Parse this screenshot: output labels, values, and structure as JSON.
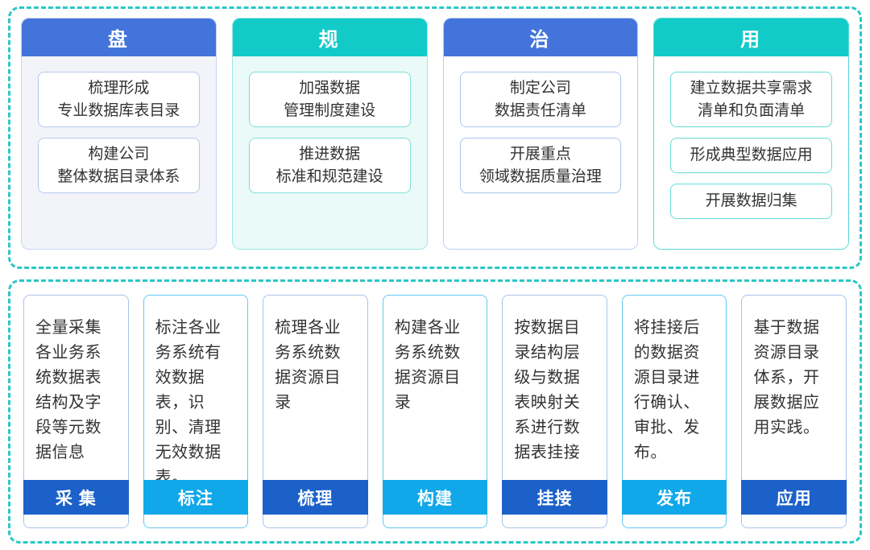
{
  "colors": {
    "panel_dashed_border": "#2AC7C6",
    "blue_header": "#4374DB",
    "teal_header": "#12CBC9",
    "dark_step_bar": "#1B61C9",
    "light_step_bar": "#10A8E9",
    "blue_card_border": "#A9C4EA",
    "cyan_card_border": "#63C8F0",
    "body_text": "#333333"
  },
  "top_section": {
    "columns": [
      {
        "header": "盘",
        "items": [
          "梳理形成\n专业数据库表目录",
          "构建公司\n整体数据目录体系"
        ]
      },
      {
        "header": "规",
        "items": [
          "加强数据\n管理制度建设",
          "推进数据\n标准和规范建设"
        ]
      },
      {
        "header": "治",
        "items": [
          "制定公司\n数据责任清单",
          "开展重点\n领域数据质量治理"
        ]
      },
      {
        "header": "用",
        "items": [
          "建立数据共享需求\n清单和负面清单",
          "形成典型数据应用",
          "开展数据归集"
        ]
      }
    ]
  },
  "bottom_section": {
    "steps": [
      {
        "description": "全量采集各业务系统数据表结构及字段等元数据信息",
        "label": "采 集"
      },
      {
        "description": "标注各业务系统有效数据表，识别、清理无效数据表。",
        "label": "标注"
      },
      {
        "description": "梳理各业务系统数据资源目录",
        "label": "梳理"
      },
      {
        "description": "构建各业务系统数据资源目录",
        "label": "构建"
      },
      {
        "description": "按数据目录结构层级与数据表映射关系进行数据表挂接",
        "label": "挂接"
      },
      {
        "description": "将挂接后的数据资源目录进行确认、审批、发布。",
        "label": "发布"
      },
      {
        "description": "基于数据资源目录体系，开展数据应用实践。",
        "label": "应用"
      }
    ]
  }
}
